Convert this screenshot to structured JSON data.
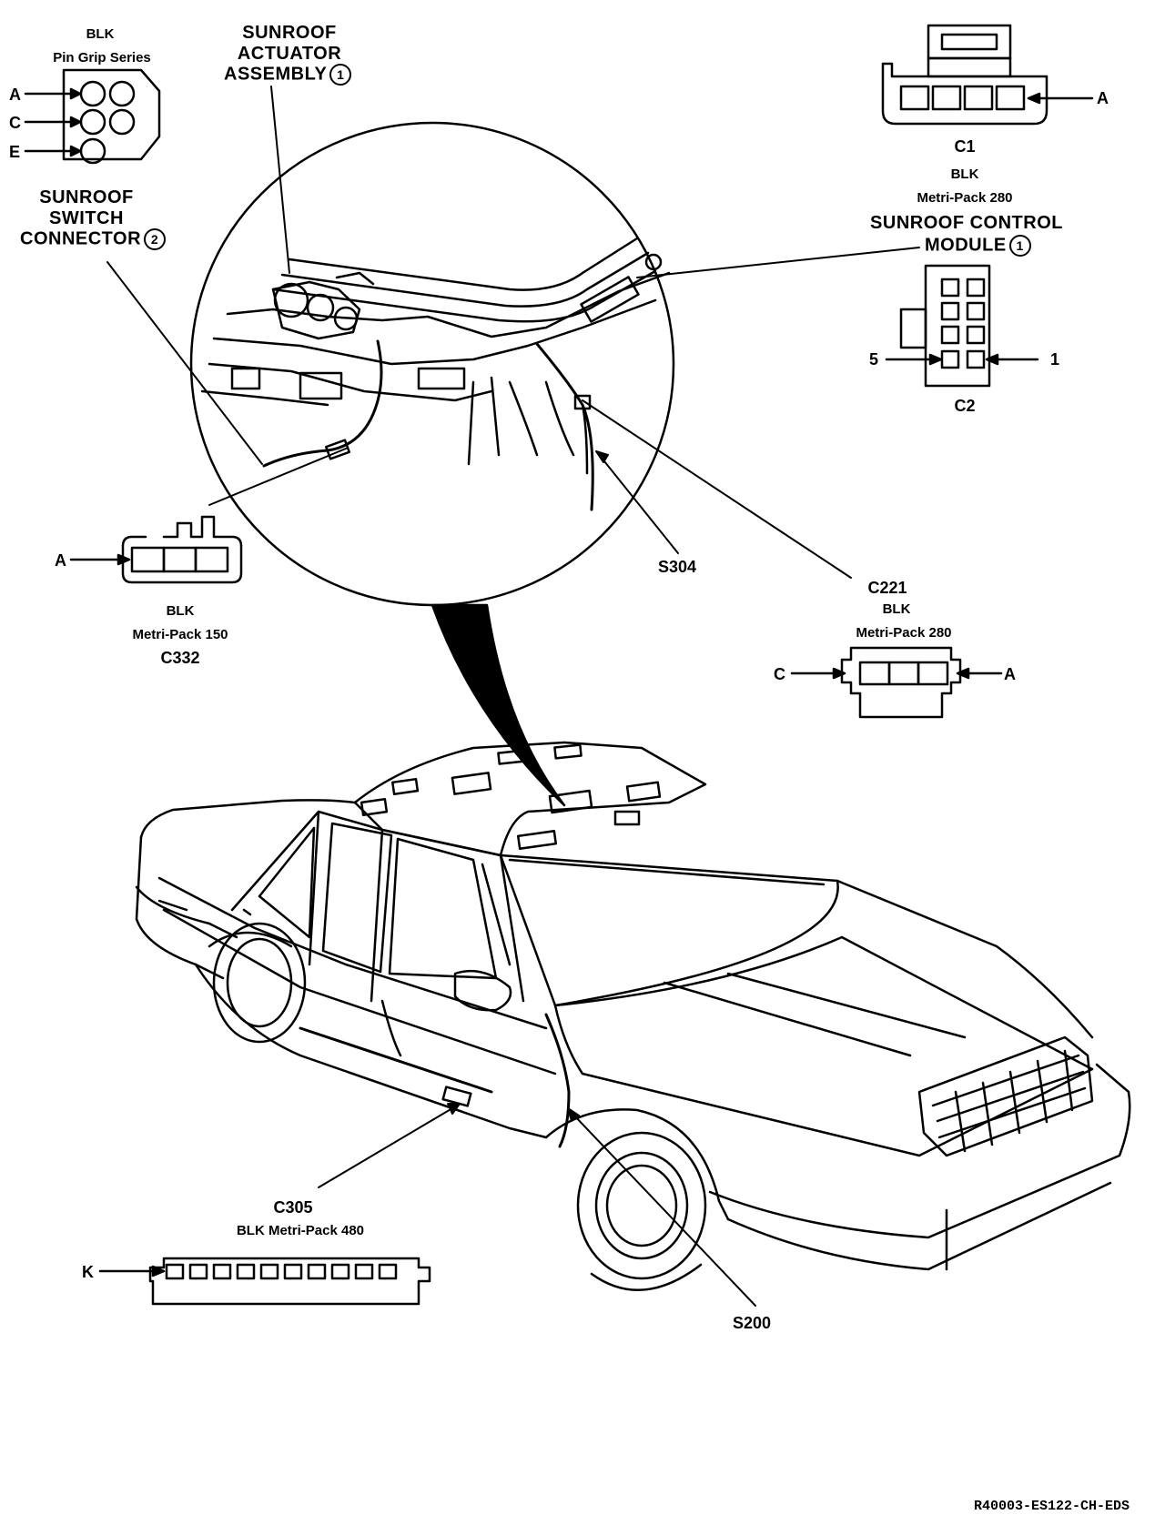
{
  "pin_grip": {
    "color": "BLK",
    "series": "Pin Grip Series",
    "pins": [
      "A",
      "C",
      "E"
    ]
  },
  "actuator": {
    "line1": "SUNROOF",
    "line2": "ACTUATOR",
    "line3": "ASSEMBLY",
    "note": "1"
  },
  "switch_connector": {
    "line1": "SUNROOF",
    "line2": "SWITCH",
    "line3": "CONNECTOR",
    "note": "2"
  },
  "c1": {
    "pin": "A",
    "name": "C1",
    "color": "BLK",
    "type": "Metri-Pack 280"
  },
  "control_module": {
    "line1": "SUNROOF CONTROL",
    "line2": "MODULE",
    "note": "1"
  },
  "c2": {
    "pin_left": "5",
    "pin_right": "1",
    "name": "C2"
  },
  "c332": {
    "pin": "A",
    "color": "BLK",
    "type": "Metri-Pack 150",
    "name": "C332"
  },
  "s304": "S304",
  "c221": {
    "name": "C221",
    "color": "BLK",
    "type": "Metri-Pack 280",
    "pin_left": "C",
    "pin_right": "A"
  },
  "c305": {
    "name": "C305",
    "type": "BLK Metri-Pack 480",
    "pin": "K"
  },
  "s200": "S200",
  "ref_code": "R40003-ES122-CH-EDS"
}
